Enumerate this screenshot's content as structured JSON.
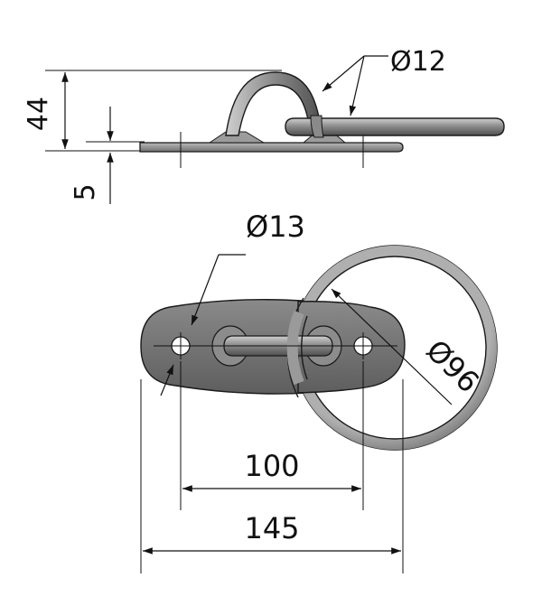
{
  "dimensions": {
    "height_total": "44",
    "plate_thickness": "5",
    "rod_diameter": "Ø12",
    "hole_diameter": "Ø13",
    "ring_diameter": "Ø96",
    "hole_spacing": "100",
    "plate_length": "145"
  },
  "colors": {
    "metal_dark": "#6f6f6f",
    "metal_mid": "#9a9a9a",
    "metal_light": "#c9c9c9",
    "outline": "#1a1a1a"
  }
}
